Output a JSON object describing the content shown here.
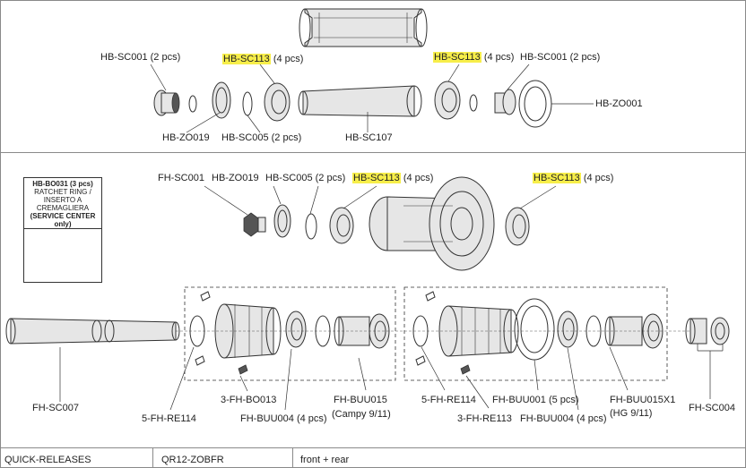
{
  "labels": {
    "hb_sc001_left": "HB-SC001 (2 pcs)",
    "hb_sc113_a_code": "HB-SC113",
    "hb_sc113_a_qty": "(4 pcs)",
    "hb_sc113_b_code": "HB-SC113",
    "hb_sc113_b_qty": "(4 pcs)",
    "hb_sc001_right": "HB-SC001 (2 pcs)",
    "hb_zo001": "HB-ZO001",
    "hb_zo019": "HB-ZO019",
    "hb_sc005": "HB-SC005 (2 pcs)",
    "hb_sc107": "HB-SC107",
    "fh_sc001": "FH-SC001",
    "hb_zo019_rear": "HB-ZO019",
    "hb_sc005_rear": "HB-SC005 (2 pcs)",
    "hb_sc113_c_code": "HB-SC113",
    "hb_sc113_c_qty": "(4 pcs)",
    "hb_sc113_d_code": "HB-SC113",
    "hb_sc113_d_qty": "(4 pcs)",
    "fh_sc007": "FH-SC007",
    "fh_re114_left": "5-FH-RE114",
    "fh_bo013": "3-FH-BO013",
    "fh_buu004_left": "FH-BUU004 (4 pcs)",
    "fh_buu015": "FH-BUU015",
    "campy": "(Campy 9/11)",
    "fh_re114_right": "5-FH-RE114",
    "fh_re113": "3-FH-RE113",
    "fh_buu001": "FH-BUU001 (5 pcs)",
    "fh_buu004_right": "FH-BUU004 (4 pcs)",
    "fh_buu015x1": "FH-BUU015X1",
    "hg": "(HG 9/11)",
    "fh_sc004": "FH-SC004"
  },
  "inset": {
    "title_line1": "HB-BO031 (3 pcs)",
    "title_line2": "RATCHET RING /",
    "title_line3": "INSERTO A",
    "title_line4": "CREMAGLIERA",
    "title_line5": "(SERVICE CENTER only)"
  },
  "footer": {
    "category": "QUICK-RELEASES",
    "code": "QR12-ZOBFR",
    "note": "front + rear"
  },
  "colors": {
    "highlight": "#f7ee4a",
    "line": "#333333",
    "border": "#8a8a8a"
  }
}
